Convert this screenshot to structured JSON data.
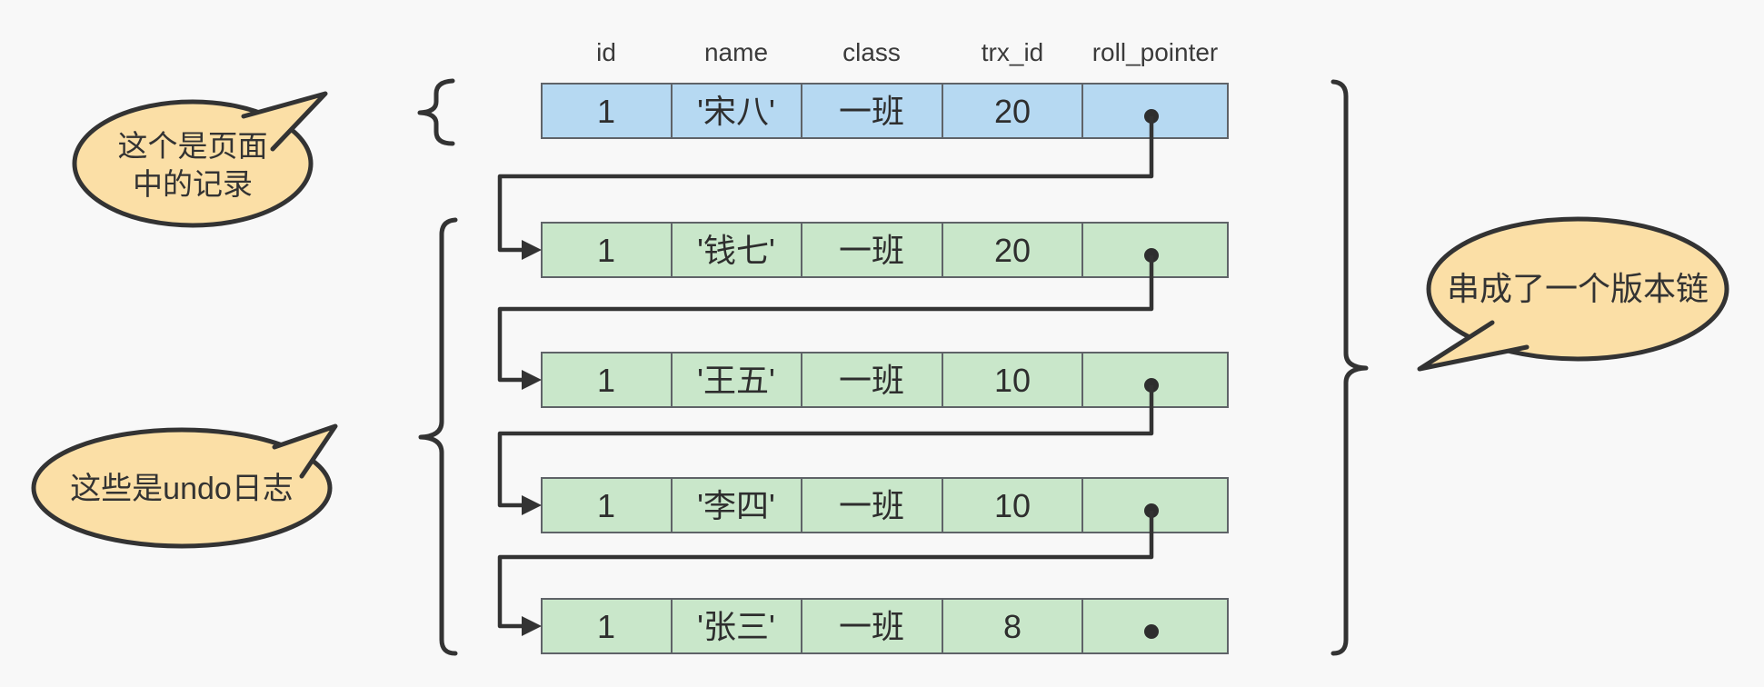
{
  "diagram": {
    "title_semantic": "MVCC undo log version chain",
    "colors": {
      "background": "#f8f8f8",
      "page_row_fill": "#b6d9f2",
      "undo_row_fill": "#c9e7ca",
      "bubble_fill": "#fbdfa6",
      "line": "#333333"
    },
    "columns": [
      "id",
      "name",
      "class",
      "trx_id",
      "roll_pointer"
    ],
    "rows": [
      {
        "type": "page",
        "id": "1",
        "name": "'宋八'",
        "class": "一班",
        "trx_id": "20"
      },
      {
        "type": "undo",
        "id": "1",
        "name": "'钱七'",
        "class": "一班",
        "trx_id": "20"
      },
      {
        "type": "undo",
        "id": "1",
        "name": "'王五'",
        "class": "一班",
        "trx_id": "10"
      },
      {
        "type": "undo",
        "id": "1",
        "name": "'李四'",
        "class": "一班",
        "trx_id": "10"
      },
      {
        "type": "undo",
        "id": "1",
        "name": "'张三'",
        "class": "一班",
        "trx_id": "8"
      }
    ],
    "bubbles": {
      "page_record": {
        "line1": "这个是页面",
        "line2": "中的记录"
      },
      "undo_logs": {
        "text": "这些是undo日志"
      },
      "version_chain": {
        "text": "串成了一个版本链"
      }
    }
  }
}
